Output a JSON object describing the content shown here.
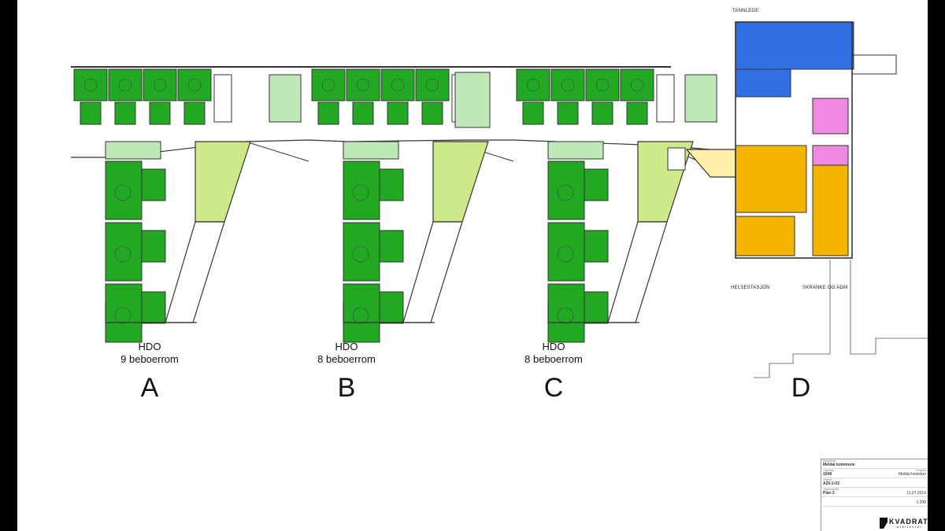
{
  "wings": [
    {
      "type": "HDO",
      "rooms": "9 beboerrom",
      "letter": "A"
    },
    {
      "type": "HDO",
      "rooms": "8 beboerrom",
      "letter": "B"
    },
    {
      "type": "HDO",
      "rooms": "8 beboerrom",
      "letter": "C"
    },
    {
      "type": "",
      "rooms": "",
      "letter": "D"
    }
  ],
  "departments": {
    "tannlege": "TANNLEGE",
    "helsestasjon": "HELSESTASJON",
    "skranke": "SKRANKE OG ADM"
  },
  "colors": {
    "resident_room": "#22a822",
    "common": "#cde98a",
    "corridor_room": "#bfe8b8",
    "dental": "#2f6fe0",
    "orange": "#f5b400",
    "pink": "#f08ae0",
    "yellow": "#fff2a8",
    "wall": "#333333"
  },
  "titleblock": {
    "client_label": "Byggherre",
    "client": "Meldal kommune",
    "project_no_label": "Oppdrag",
    "project_no": "1549",
    "project_label": "Prosjekt",
    "project": "Meldal helsetun",
    "drawing_no_label": "Tegn.nr.",
    "drawing_no": "A20-2-03",
    "drawing_label": "Tegningstittel",
    "drawing_title": "Plan 2",
    "date": "11.07.2019",
    "scale": "1:200",
    "brand": "KVADRAT",
    "brand_sub": "arkitekter"
  }
}
